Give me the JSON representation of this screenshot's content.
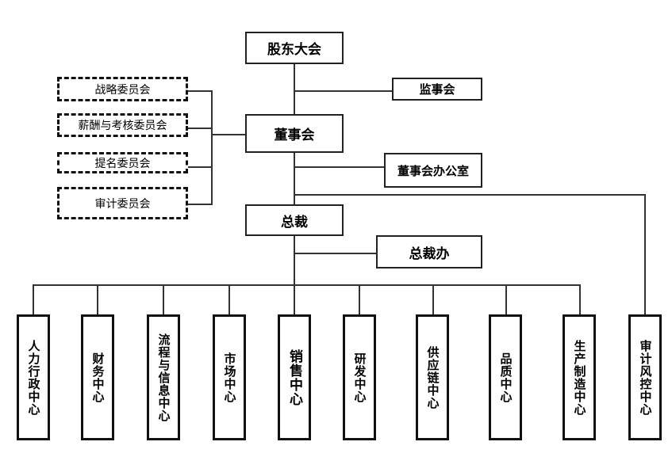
{
  "org_chart": {
    "shareholders_meeting": "股东大会",
    "supervisory_board": "监事会",
    "board_of_directors": "董事会",
    "board_office": "董事会办公室",
    "president": "总裁",
    "president_office": "总裁办",
    "committees": [
      "战略委员会",
      "薪酬与考核委员会",
      "提名委员会",
      "审计委员会"
    ],
    "departments": [
      "人力行政中心",
      "财务中心",
      "流程与信息中心",
      "市场中心",
      "销售中心",
      "研发中心",
      "供应链中心",
      "品质中心",
      "生产制造中心",
      "审计风控中心"
    ]
  }
}
